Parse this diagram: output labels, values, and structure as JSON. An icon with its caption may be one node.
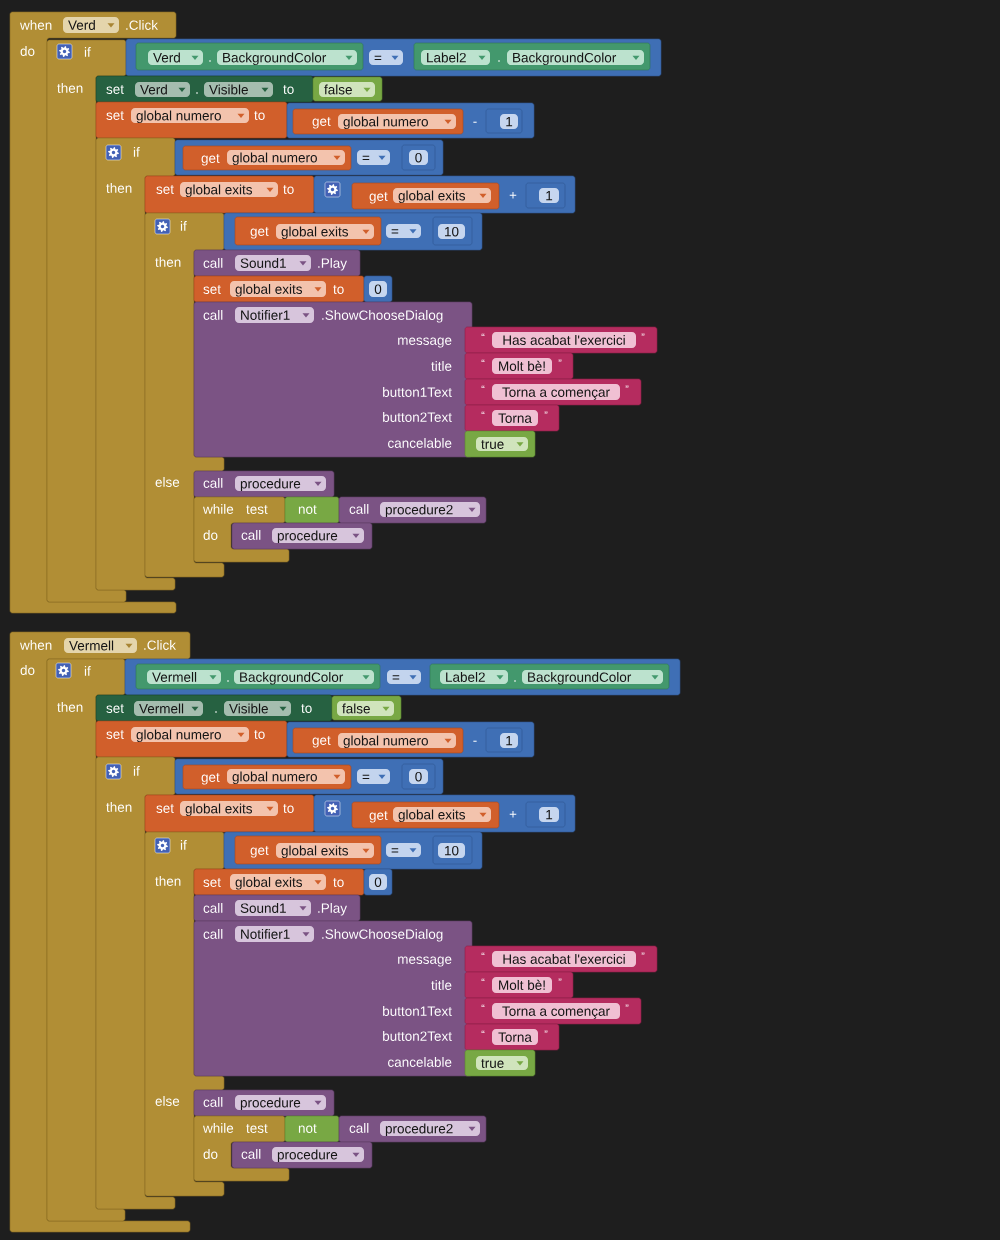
{
  "diagram": {
    "nodes": [
      {
        "text": [
          "when",
          ".Click",
          "do"
        ]
      },
      {
        "text": [
          "Verd"
        ],
        "in": 0
      },
      {
        "text": [
          "if",
          "then"
        ],
        "in": 0
      },
      {
        "text": [],
        "shape": "box"
      },
      {
        "text": [
          "."
        ],
        "in": 3
      },
      {
        "text": [
          "Verd"
        ],
        "in": 4
      },
      {
        "text": [
          "BackgroundColor"
        ],
        "in": 4
      },
      {
        "text": [
          "="
        ],
        "in": 3
      },
      {
        "text": [
          "."
        ],
        "in": 3
      },
      {
        "text": [
          "Label2"
        ],
        "in": 8
      },
      {
        "text": [
          "BackgroundColor"
        ],
        "in": 8
      },
      {
        "text": [
          "set",
          ".",
          "to"
        ]
      },
      {
        "text": [
          "Verd"
        ],
        "in": 11
      },
      {
        "text": [
          "Visible"
        ],
        "in": 11
      },
      {
        "text": [],
        "shape": "box"
      },
      {
        "text": [
          "false"
        ],
        "in": 14
      },
      {
        "text": [
          "set",
          "to"
        ]
      },
      {
        "text": [
          "global numero"
        ],
        "in": 16
      },
      {
        "text": [
          "-"
        ]
      },
      {
        "text": [
          "get"
        ],
        "in": 18
      },
      {
        "text": [
          "global numero"
        ],
        "in": 19
      },
      {
        "text": [],
        "shape": "box",
        "in": 18
      },
      {
        "text": [
          "1"
        ],
        "in": 21
      },
      {
        "text": [
          "if",
          "then"
        ],
        "in": 0
      },
      {
        "text": [],
        "shape": "box"
      },
      {
        "text": [
          "get"
        ],
        "in": 24
      },
      {
        "text": [
          "global numero"
        ],
        "in": 25
      },
      {
        "text": [
          "="
        ],
        "in": 24
      },
      {
        "text": [],
        "shape": "box",
        "in": 24
      },
      {
        "text": [
          "0"
        ],
        "in": 28
      },
      {
        "text": [
          "set",
          "to"
        ]
      },
      {
        "text": [
          "global exits"
        ],
        "in": 30
      },
      {
        "text": [
          "+"
        ]
      },
      {
        "text": [
          "get"
        ],
        "in": 32
      },
      {
        "text": [
          "global exits"
        ],
        "in": 33
      },
      {
        "text": [],
        "shape": "box",
        "in": 32
      },
      {
        "text": [
          "1"
        ],
        "in": 35
      },
      {
        "text": [
          "if",
          "then",
          "else"
        ]
      },
      {
        "text": [],
        "shape": "box"
      },
      {
        "text": [
          "get"
        ],
        "in": 38
      },
      {
        "text": [
          "global exits"
        ],
        "in": 39
      },
      {
        "text": [
          "="
        ],
        "in": 38
      },
      {
        "text": [],
        "shape": "box",
        "in": 38
      },
      {
        "text": [
          "10"
        ],
        "in": 42
      },
      {
        "text": [
          "call",
          ".Play"
        ]
      },
      {
        "text": [
          "Sound1"
        ],
        "in": 44
      },
      {
        "text": [
          "set",
          "to"
        ]
      },
      {
        "text": [
          "global exits"
        ],
        "in": 46
      },
      {
        "text": [],
        "shape": "box"
      },
      {
        "text": [
          "0"
        ],
        "in": 48
      },
      {
        "text": [
          "call",
          ".ShowChooseDialog",
          "message",
          "title",
          "button1Text",
          "button2Text",
          "cancelable"
        ]
      },
      {
        "text": [
          "Notifier1"
        ],
        "in": 50
      },
      {
        "text": [
          "“",
          "”"
        ]
      },
      {
        "text": [
          "Has acabat l'exercici"
        ],
        "in": 52
      },
      {
        "text": [
          "“",
          "”"
        ]
      },
      {
        "text": [
          "Molt bè!"
        ],
        "in": 54
      },
      {
        "text": [
          "“",
          "”"
        ]
      },
      {
        "text": [
          "Torna a començar"
        ],
        "in": 56
      },
      {
        "text": [
          "“",
          "”"
        ]
      },
      {
        "text": [
          "Torna"
        ],
        "in": 58
      },
      {
        "text": [],
        "shape": "box"
      },
      {
        "text": [
          "true"
        ],
        "in": 60
      },
      {
        "text": [
          "call"
        ]
      },
      {
        "text": [
          "procedure"
        ],
        "in": 62
      },
      {
        "text": [
          "while",
          "test",
          "do"
        ]
      },
      {
        "text": [
          "not"
        ]
      },
      {
        "text": [
          "call"
        ]
      },
      {
        "text": [
          "procedure2"
        ],
        "in": 66
      },
      {
        "text": [
          "call"
        ]
      },
      {
        "text": [
          "procedure"
        ],
        "in": 68
      },
      {
        "text": [
          "when",
          ".Click",
          "do"
        ]
      },
      {
        "text": [
          "Vermell"
        ],
        "in": 70
      },
      {
        "text": [
          "if",
          "then"
        ],
        "in": 70
      },
      {
        "text": [],
        "shape": "box"
      },
      {
        "text": [
          "."
        ],
        "in": 73
      },
      {
        "text": [
          "Vermell"
        ],
        "in": 74
      },
      {
        "text": [
          "BackgroundColor"
        ],
        "in": 74
      },
      {
        "text": [
          "="
        ],
        "in": 73
      },
      {
        "text": [
          "."
        ],
        "in": 73
      },
      {
        "text": [
          "Label2"
        ],
        "in": 78
      },
      {
        "text": [
          "BackgroundColor"
        ],
        "in": 78
      },
      {
        "text": [
          "set",
          ".",
          "to"
        ]
      },
      {
        "text": [
          "Vermell"
        ],
        "in": 81
      },
      {
        "text": [
          "Visible"
        ],
        "in": 81
      },
      {
        "text": [],
        "shape": "box"
      },
      {
        "text": [
          "false"
        ],
        "in": 84
      },
      {
        "text": [
          "set",
          "to"
        ]
      },
      {
        "text": [
          "global numero"
        ],
        "in": 86
      },
      {
        "text": [
          "-"
        ]
      },
      {
        "text": [
          "get"
        ],
        "in": 88
      },
      {
        "text": [
          "global numero"
        ],
        "in": 89
      },
      {
        "text": [],
        "shape": "box",
        "in": 88
      },
      {
        "text": [
          "1"
        ],
        "in": 91
      },
      {
        "text": [
          "if",
          "then"
        ],
        "in": 70
      },
      {
        "text": [],
        "shape": "box"
      },
      {
        "text": [
          "get"
        ],
        "in": 94
      },
      {
        "text": [
          "global numero"
        ],
        "in": 95
      },
      {
        "text": [
          "="
        ],
        "in": 94
      },
      {
        "text": [],
        "shape": "box",
        "in": 94
      },
      {
        "text": [
          "0"
        ],
        "in": 98
      },
      {
        "text": [
          "set",
          "to"
        ]
      },
      {
        "text": [
          "global exits"
        ],
        "in": 100
      },
      {
        "text": [
          "+"
        ]
      },
      {
        "text": [
          "get"
        ],
        "in": 102
      },
      {
        "text": [
          "global exits"
        ],
        "in": 103
      },
      {
        "text": [],
        "shape": "box",
        "in": 102
      },
      {
        "text": [
          "1"
        ],
        "in": 105
      },
      {
        "text": [
          "if",
          "then",
          "else"
        ]
      },
      {
        "text": [],
        "shape": "box"
      },
      {
        "text": [
          "get"
        ],
        "in": 108
      },
      {
        "text": [
          "global exits"
        ],
        "in": 109
      },
      {
        "text": [
          "="
        ],
        "in": 108
      },
      {
        "text": [],
        "shape": "box",
        "in": 108
      },
      {
        "text": [
          "10"
        ],
        "in": 112
      },
      {
        "text": [
          "set",
          "to"
        ]
      },
      {
        "text": [
          "global exits"
        ],
        "in": 114
      },
      {
        "text": [],
        "shape": "box"
      },
      {
        "text": [
          "0"
        ],
        "in": 116
      },
      {
        "text": [
          "call",
          ".Play"
        ]
      },
      {
        "text": [
          "Sound1"
        ],
        "in": 118
      },
      {
        "text": [
          "call",
          ".ShowChooseDialog",
          "message",
          "title",
          "button1Text",
          "button2Text",
          "cancelable"
        ]
      },
      {
        "text": [
          "Notifier1"
        ],
        "in": 120
      },
      {
        "text": [
          "“",
          "”"
        ]
      },
      {
        "text": [
          "Has acabat l'exercici"
        ],
        "in": 122
      },
      {
        "text": [
          "“",
          "”"
        ]
      },
      {
        "text": [
          "Molt bè!"
        ],
        "in": 124
      },
      {
        "text": [
          "“",
          "”"
        ]
      },
      {
        "text": [
          "Torna a començar"
        ],
        "in": 126
      },
      {
        "text": [
          "“",
          "”"
        ]
      },
      {
        "text": [
          "Torna"
        ],
        "in": 128
      },
      {
        "text": [],
        "shape": "box"
      },
      {
        "text": [
          "true"
        ],
        "in": 130
      },
      {
        "text": [
          "call"
        ]
      },
      {
        "text": [
          "procedure"
        ],
        "in": 132
      },
      {
        "text": [
          "while",
          "test",
          "do"
        ]
      },
      {
        "text": [
          "not"
        ]
      },
      {
        "text": [
          "call"
        ]
      },
      {
        "text": [
          "procedure2"
        ],
        "in": 136
      },
      {
        "text": [
          "call"
        ]
      },
      {
        "text": [
          "procedure"
        ],
        "in": 138
      }
    ]
  }
}
